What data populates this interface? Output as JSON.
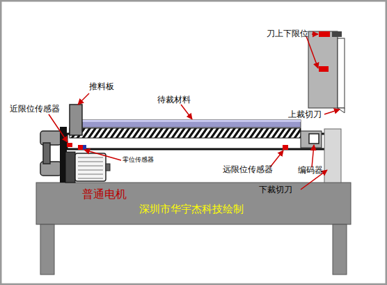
{
  "diagram": {
    "labels": [
      "刀上下限位",
      "推料板",
      "待裁材料",
      "近限位传感器",
      "上裁切刀",
      "零位传感器",
      "远限位传感器",
      "编码器",
      "普通电机",
      "下裁切刀",
      "深圳市华宇杰科技绘制"
    ]
  }
}
